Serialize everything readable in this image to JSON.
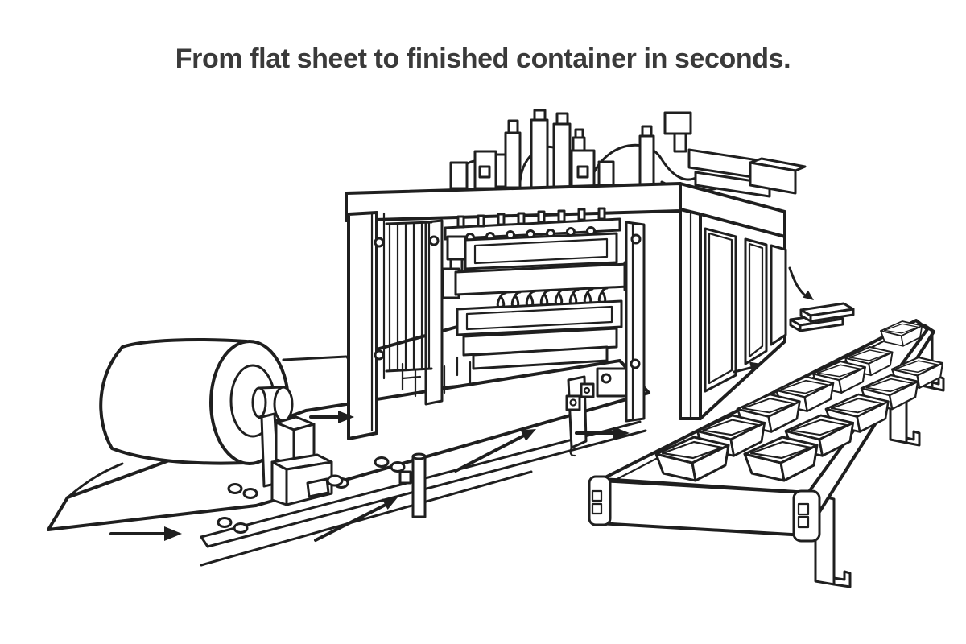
{
  "title": "From flat sheet to finished container in seconds.",
  "colors": {
    "background": "#ffffff",
    "line_art": "#1f1f1f",
    "title_text": "#3a3a3a"
  },
  "diagram": {
    "stages": [
      {
        "id": "sheet-roll-station",
        "label": "flat sheet roll"
      },
      {
        "id": "forming-machine",
        "label": "forming machine"
      },
      {
        "id": "output-conveyor",
        "label": "finished containers"
      }
    ],
    "container_count": 12,
    "flow_arrow_count": 7
  }
}
